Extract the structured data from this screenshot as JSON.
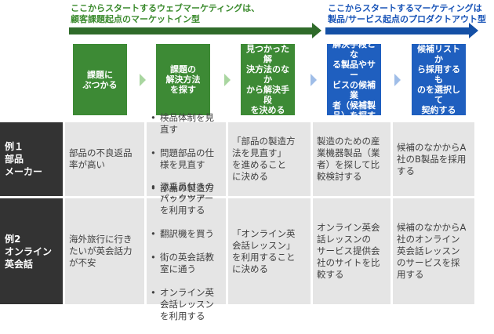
{
  "header": {
    "left_note": "ここからスタートするウェブマーケティングは、\n顧客課題起点のマーケットイン型",
    "right_note": "ここからスタートするマーケティングは\n製品/サービス起点のプロダクトアウト型"
  },
  "steps": [
    {
      "label": "課題に\nぶつかる"
    },
    {
      "label": "課題の\n解決方法\nを探す"
    },
    {
      "label": "見つかった解\n決方法のなか\nから解決手段\nを決める"
    },
    {
      "label": "解決手段とな\nる製品やサー\nビスの候補業\n者（候補製\n品）を探す"
    },
    {
      "label": "候補リストか\nら採用するも\nのを選択して\n契約する"
    }
  ],
  "rows": [
    {
      "label": "例１\n部品\nメーカー",
      "cells": {
        "c1": "部品の不良返品\n率が高い",
        "c2_items": [
          "検品体制を見\n直す",
          "問題部品の仕\n様を見直す",
          "部品の製造方\n法を見直す"
        ],
        "c3": "「部品の製造方\n法を見直す」\nを進めること\nに決める",
        "c4": "製造のための産\n業機器製品（業\n者）を探して比\n較検討する",
        "c5": "候補のなかからA\n社のB製品を採用\nする"
      }
    },
    {
      "label": "例2\nオンライン\n英会話",
      "cells": {
        "c1": "海外旅行に行き\nたいが英会話力\nが不安",
        "c2_items": [
          "添乗員付きの\nパックツアー\nを利用する",
          "翻訳機を買う",
          "街の英会話教\n室に通う",
          "オンライン英\n会話レッスン\nを利用する"
        ],
        "c3": "「オンライン英\n会話レッスン」\nを利用すること\nに決める",
        "c4": "オンライン英会\n話レッスンの\nサービス提供会\n社のサイトを比\n較する",
        "c5": "候補のなかからA\n社のオンライン\n英会話レッスン\nのサービスを採\n用する"
      }
    }
  ],
  "colors": {
    "green_step": "#3d8a35",
    "blue_step": "#1f5fbf",
    "green_note": "#3a8a2c",
    "blue_note": "#1a55b8",
    "row_label_bg": "#333333",
    "cell_bg": "#e5e5e5"
  }
}
